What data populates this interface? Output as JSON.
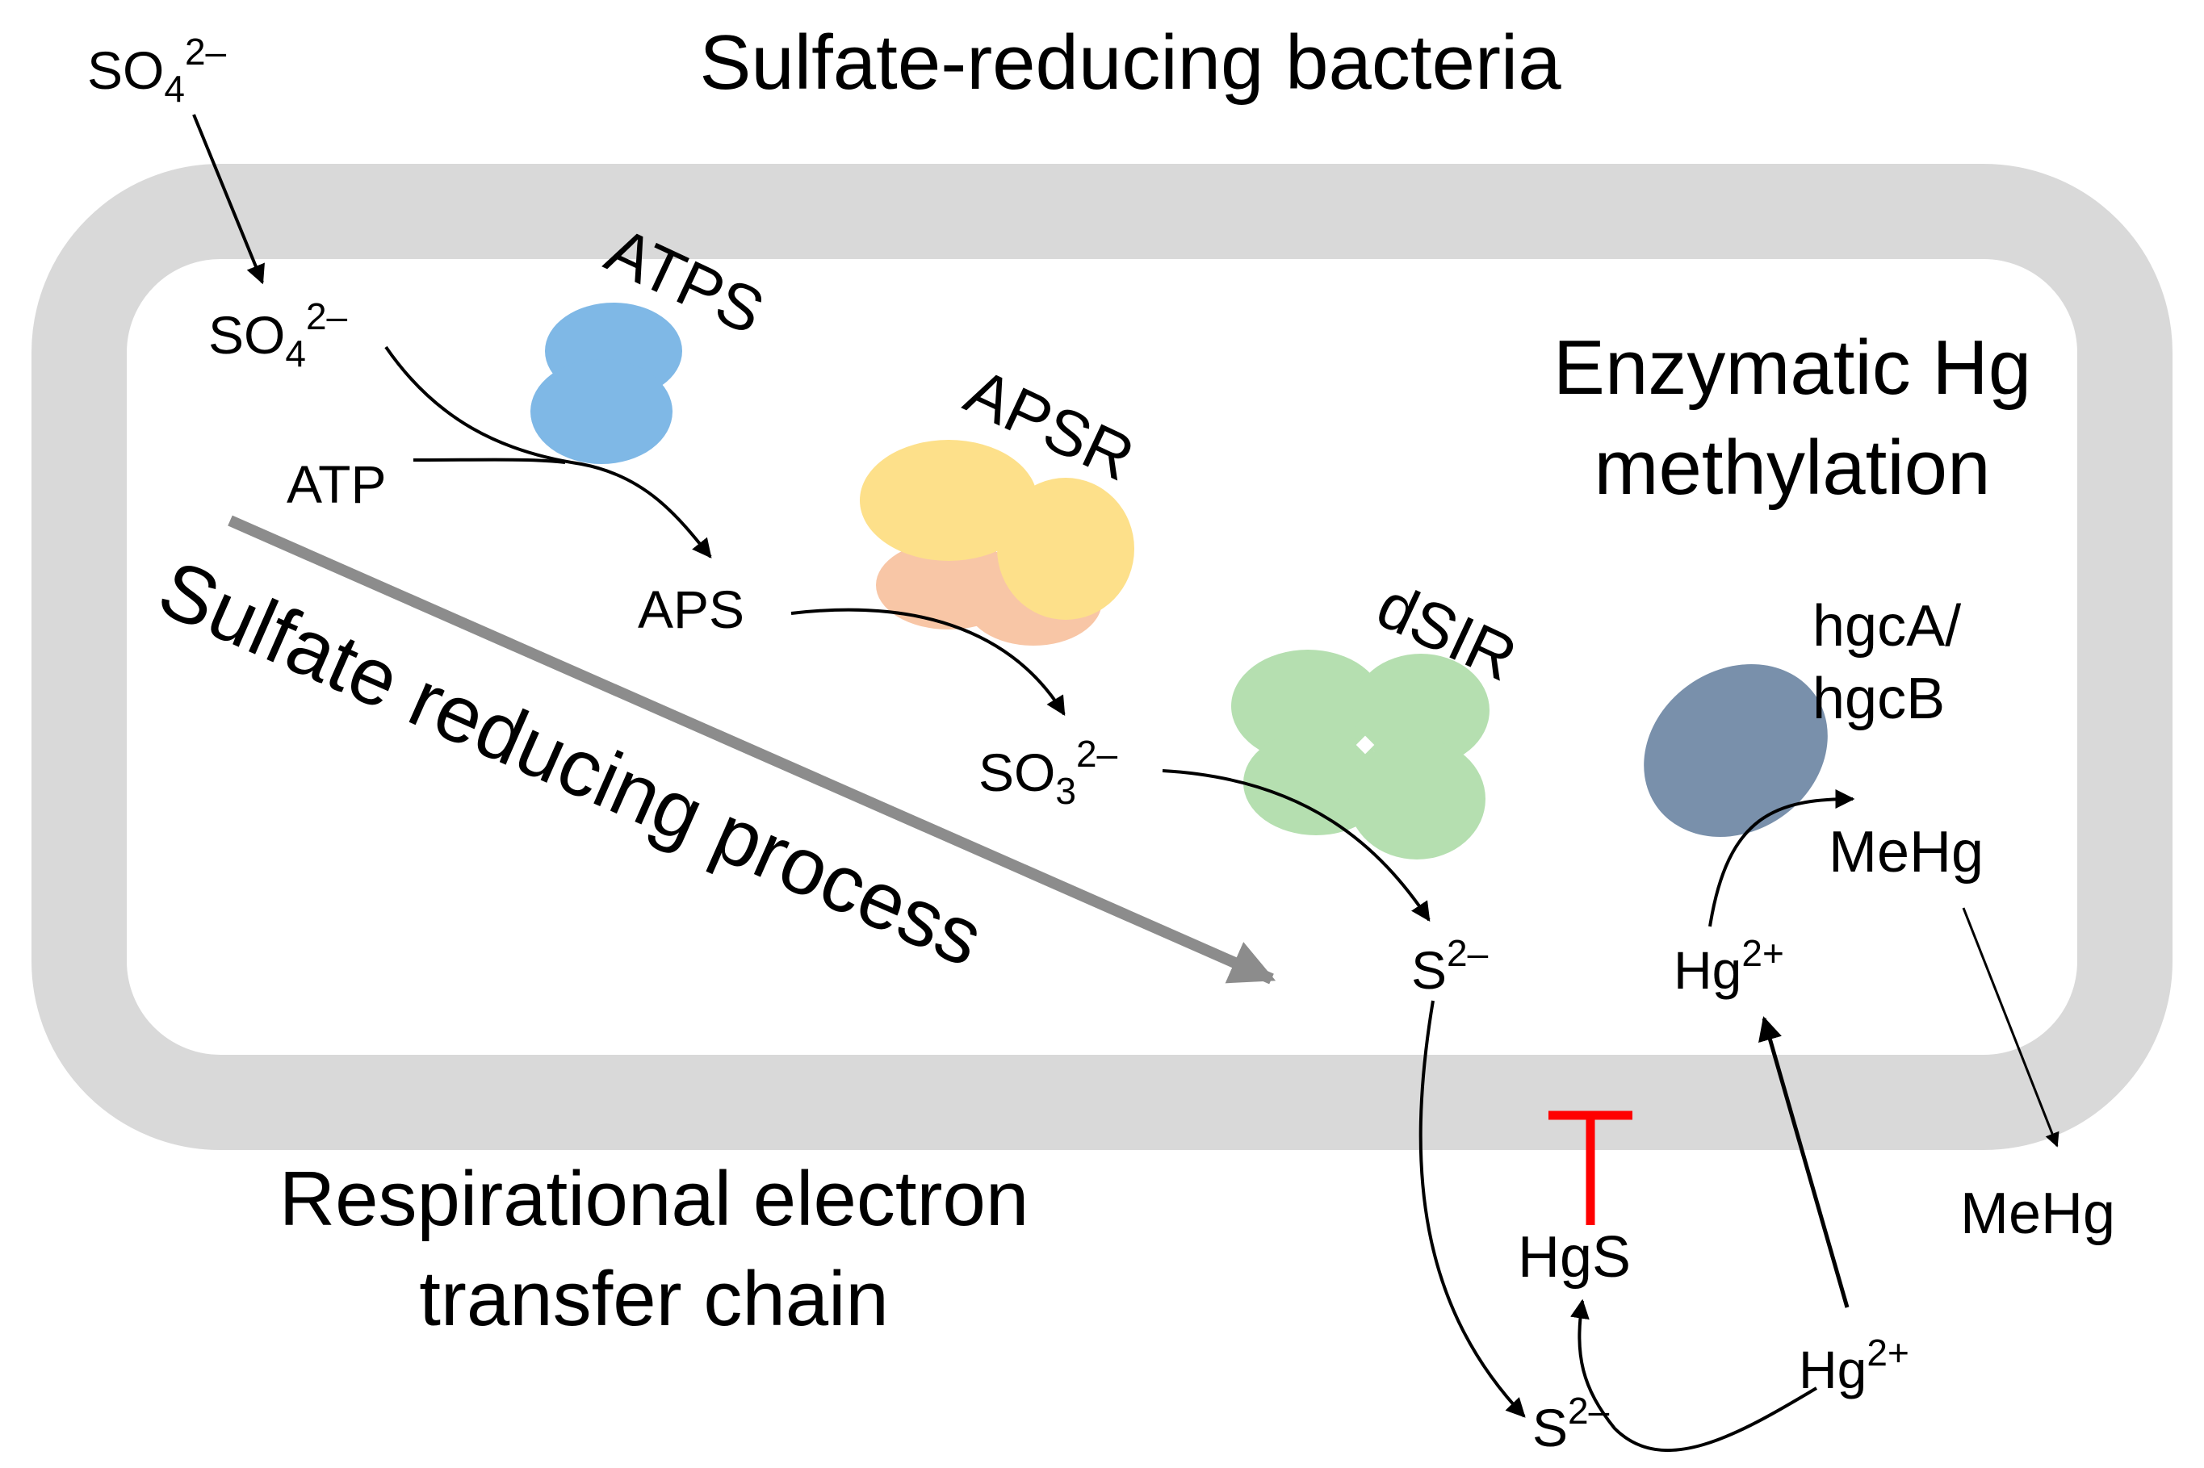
{
  "title": "Sulfate-reducing bacteria",
  "process_label": "Sulfate reducing process",
  "methylation_label": {
    "line1": "Enzymatic Hg",
    "line2": "methylation"
  },
  "respiration_label": {
    "line1": "Respirational electron",
    "line2": "transfer chain"
  },
  "enzymes": {
    "atps": "ATPS",
    "apsr": "APSR",
    "dsir": "dSIR",
    "hgc": {
      "line1": "hgcA/",
      "line2": "hgcB"
    }
  },
  "species": {
    "sulfate_out": {
      "base": "SO",
      "sub": "4",
      "sup": "2–"
    },
    "sulfate_in": {
      "base": "SO",
      "sub": "4",
      "sup": "2–"
    },
    "atp": "ATP",
    "aps": "APS",
    "sulfite": {
      "base": "SO",
      "sub": "3",
      "sup": "2–"
    },
    "sulfide_in": {
      "base": "S",
      "sup": "2–"
    },
    "hg_in": {
      "base": "Hg",
      "sup": "2+"
    },
    "mehg_in": "MeHg",
    "mehg_out": "MeHg",
    "hgs": "HgS",
    "sulfide_out": {
      "base": "S",
      "sup": "2–"
    },
    "hg_out": {
      "base": "Hg",
      "sup": "2+"
    }
  },
  "colors": {
    "cell_wall": "#d9d9d9",
    "atps": "#7fb8e6",
    "apsr_top": "#fde08a",
    "apsr_bottom": "#f8c6a6",
    "dsir": "#b5dfb0",
    "hgc": "#7990ab",
    "process_arrow": "#8c8c8c",
    "inhibition": "#ff0000",
    "arrow": "#000000"
  }
}
